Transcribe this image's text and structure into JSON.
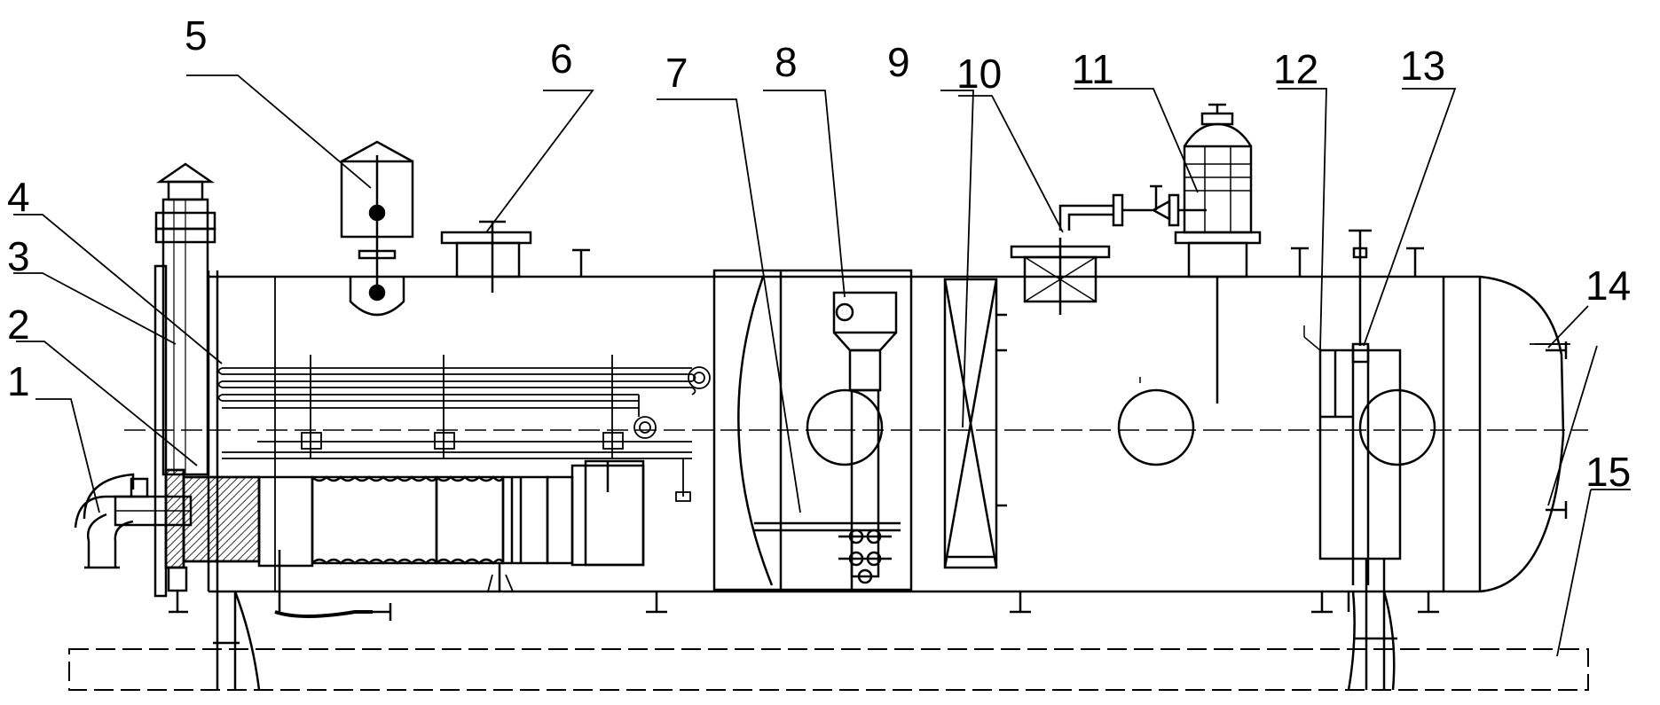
{
  "callouts": [
    {
      "id": "1",
      "text": "1"
    },
    {
      "id": "2",
      "text": "2"
    },
    {
      "id": "3",
      "text": "3"
    },
    {
      "id": "4",
      "text": "4"
    },
    {
      "id": "5",
      "text": "5"
    },
    {
      "id": "6",
      "text": "6"
    },
    {
      "id": "7",
      "text": "7"
    },
    {
      "id": "8",
      "text": "8"
    },
    {
      "id": "9",
      "text": "9"
    },
    {
      "id": "10",
      "text": "10"
    },
    {
      "id": "11",
      "text": "11"
    },
    {
      "id": "12",
      "text": "12"
    },
    {
      "id": "13",
      "text": "13"
    },
    {
      "id": "14",
      "text": "14"
    },
    {
      "id": "15",
      "text": "15"
    }
  ],
  "colors": {
    "ink": "#000000",
    "paper": "#ffffff"
  }
}
